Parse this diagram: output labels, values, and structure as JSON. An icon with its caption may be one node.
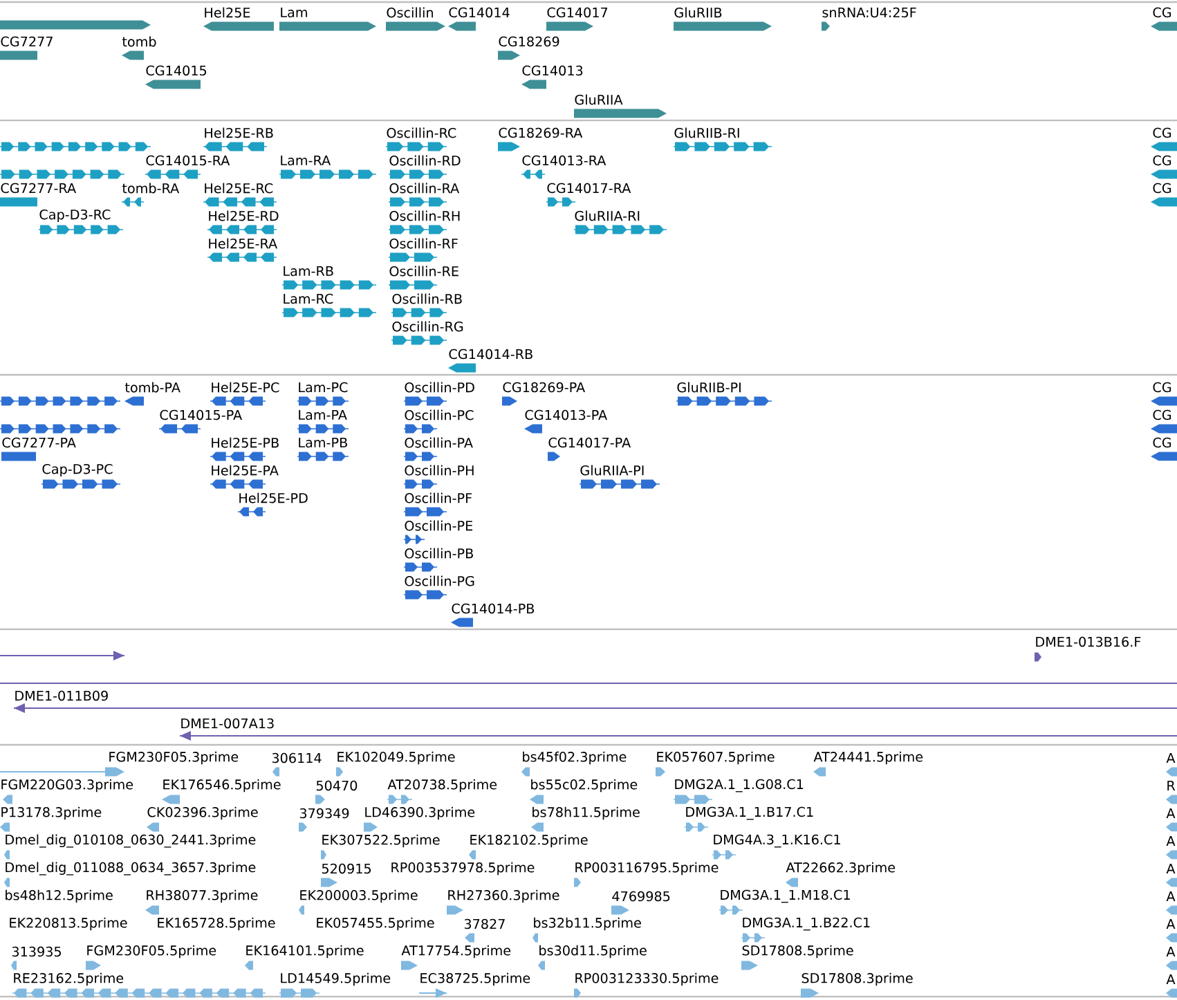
{
  "diagram": {
    "labels": [
      "Hel25E",
      "Lam",
      "Oscillin",
      "CG14014",
      "CG14017",
      "GluRIIB",
      "snRNA:U4:25F",
      "CG",
      "CG7277",
      "tomb",
      "CG18269",
      "CG14015",
      "CG14013",
      "GluRIIA",
      "Hel25E-RB",
      "Oscillin-RC",
      "CG18269-RA",
      "GluRIIB-RI",
      "CG",
      "CG14015-RA",
      "Lam-RA",
      "Oscillin-RD",
      "CG14013-RA",
      "CG",
      "CG7277-RA",
      "tomb-RA",
      "Hel25E-RC",
      "Oscillin-RA",
      "CG14017-RA",
      "CG",
      "Cap-D3-RC",
      "Hel25E-RD",
      "Oscillin-RH",
      "GluRIIA-RI",
      "Hel25E-RA",
      "Oscillin-RF",
      "Lam-RB",
      "Oscillin-RE",
      "Lam-RC",
      "Oscillin-RB",
      "Oscillin-RG",
      "CG14014-RB",
      "tomb-PA",
      "Hel25E-PC",
      "Lam-PC",
      "Oscillin-PD",
      "CG18269-PA",
      "GluRIIB-PI",
      "CG",
      "CG14015-PA",
      "Lam-PA",
      "Oscillin-PC",
      "CG14013-PA",
      "CG",
      "CG7277-PA",
      "Hel25E-PB",
      "Lam-PB",
      "Oscillin-PA",
      "CG14017-PA",
      "CG",
      "Cap-D3-PC",
      "Hel25E-PA",
      "Oscillin-PH",
      "GluRIIA-PI",
      "Hel25E-PD",
      "Oscillin-PF",
      "Oscillin-PE",
      "Oscillin-PB",
      "Oscillin-PG",
      "CG14014-PB",
      "DME1-013B16.F",
      "DME1-011B09",
      "DME1-007A13",
      "FGM230F05.3prime",
      "306114",
      "EK102049.5prime",
      "bs45f02.3prime",
      "EK057607.5prime",
      "AT24441.5prime",
      "A",
      "FGM220G03.3prime",
      "EK176546.5prime",
      "50470",
      "AT20738.5prime",
      "bs55c02.5prime",
      "DMG2A.1_1.G08.C1",
      "R",
      "P13178.3prime",
      "CK02396.3prime",
      "379349",
      "LD46390.3prime",
      "bs78h11.5prime",
      "DMG3A.1_1.B17.C1",
      "A",
      "Dmel_dig_010108_0630_2441.3prime",
      "EK307522.5prime",
      "EK182102.5prime",
      "DMG4A.3_1.K16.C1",
      "A",
      "Dmel_dig_011088_0634_3657.3prime",
      "520915",
      "RP003537978.5prime",
      "RP003116795.5prime",
      "AT22662.3prime",
      "A",
      "bs48h12.5prime",
      "RH38077.3prime",
      "EK200003.5prime",
      "RH27360.3prime",
      "4769985",
      "DMG3A.1_1.M18.C1",
      "A",
      "EK220813.5prime",
      "EK165728.5prime",
      "EK057455.5prime",
      "37827",
      "bs32b11.5prime",
      "DMG3A.1_1.B22.C1",
      "A",
      "313935",
      "FGM230F05.5prime",
      "EK164101.5prime",
      "AT17754.5prime",
      "bs30d11.5prime",
      "SD17808.5prime",
      "A",
      "RE23162.5prime",
      "LD14549.5prime",
      "EC38725.5prime",
      "RP003123330.5prime",
      "SD17808.3prime",
      "A"
    ]
  }
}
